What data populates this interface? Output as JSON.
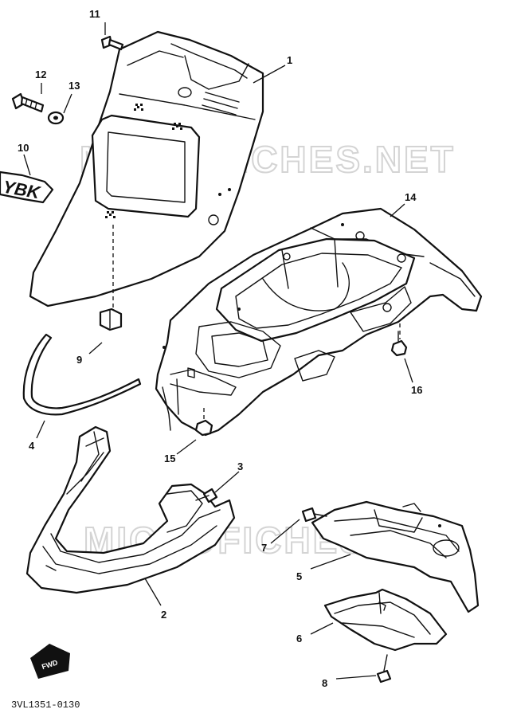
{
  "diagram": {
    "drawing_code": "3VL1351-0130",
    "watermark": "MICROFICHES.NET",
    "fwd_label": "FWD",
    "emblem_text": "YBK",
    "callouts": [
      {
        "id": "1",
        "label": "1"
      },
      {
        "id": "2",
        "label": "2"
      },
      {
        "id": "3",
        "label": "3"
      },
      {
        "id": "4",
        "label": "4"
      },
      {
        "id": "5",
        "label": "5"
      },
      {
        "id": "6",
        "label": "6"
      },
      {
        "id": "7",
        "label": "7"
      },
      {
        "id": "8",
        "label": "8"
      },
      {
        "id": "9",
        "label": "9"
      },
      {
        "id": "10",
        "label": "10"
      },
      {
        "id": "11",
        "label": "11"
      },
      {
        "id": "12",
        "label": "12"
      },
      {
        "id": "13",
        "label": "13"
      },
      {
        "id": "14",
        "label": "14"
      },
      {
        "id": "15",
        "label": "15"
      },
      {
        "id": "16",
        "label": "16"
      }
    ]
  }
}
